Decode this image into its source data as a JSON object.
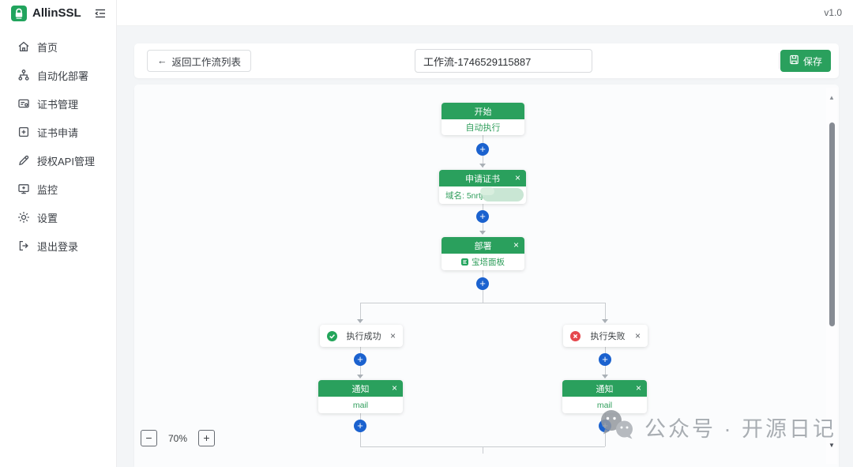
{
  "app": {
    "brand": "AllinSSL",
    "version": "v1.0"
  },
  "sidebar": {
    "items": [
      {
        "label": "首页",
        "icon": "home-icon"
      },
      {
        "label": "自动化部署",
        "icon": "automation-deploy-icon"
      },
      {
        "label": "证书管理",
        "icon": "cert-manage-icon"
      },
      {
        "label": "证书申请",
        "icon": "cert-apply-icon"
      },
      {
        "label": "授权API管理",
        "icon": "api-auth-icon"
      },
      {
        "label": "监控",
        "icon": "monitor-icon"
      },
      {
        "label": "设置",
        "icon": "settings-icon"
      },
      {
        "label": "退出登录",
        "icon": "logout-icon"
      }
    ]
  },
  "toolbar": {
    "back_label": "返回工作流列表",
    "workflow_name": "工作流-1746529115887",
    "save_label": "保存"
  },
  "workflow": {
    "start": {
      "title": "开始",
      "body": "自动执行"
    },
    "apply": {
      "title": "申请证书",
      "body_label": "域名: 5nrtj."
    },
    "deploy": {
      "title": "部署",
      "body": "宝塔面板"
    },
    "success": {
      "label": "执行成功"
    },
    "fail": {
      "label": "执行失败"
    },
    "notify_left": {
      "title": "通知",
      "body": "mail"
    },
    "notify_right": {
      "title": "通知",
      "body": "mail"
    }
  },
  "canvas": {
    "zoom_level": "70%"
  },
  "watermark": {
    "text": "公众号 · 开源日记"
  },
  "glyphs": {
    "back_arrow": "←",
    "close": "×",
    "plus": "+",
    "minus": "−",
    "up": "▲",
    "down": "▼"
  },
  "colors": {
    "brand_green": "#2aa05d",
    "node_text_green": "#2f9e5b",
    "plus_blue": "#1b62cf",
    "fail_red": "#e5484d"
  }
}
